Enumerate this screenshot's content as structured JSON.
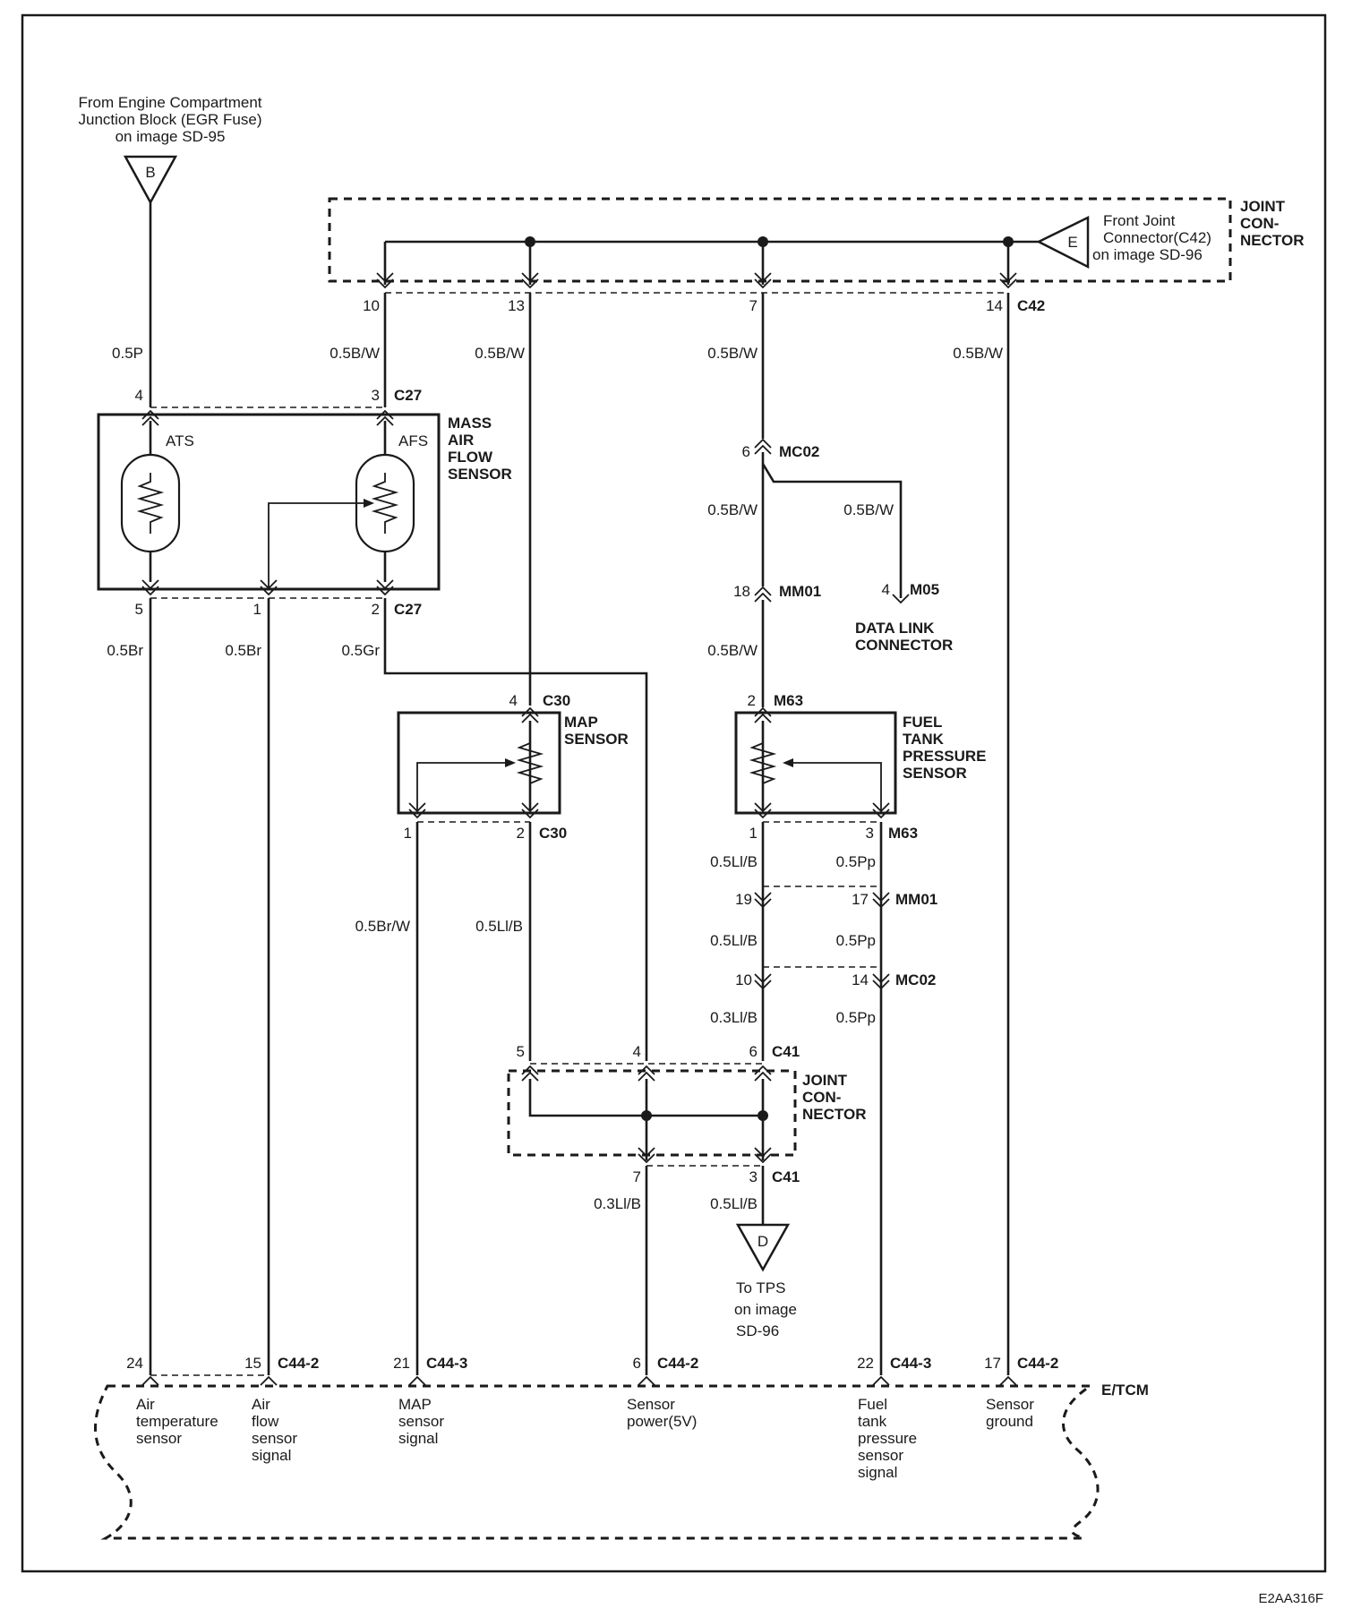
{
  "top_source": {
    "lines": [
      "From Engine Compartment",
      "Junction Block (EGR Fuse)",
      "on image SD-95"
    ],
    "terminal": "B"
  },
  "joint_connector_top": {
    "label_lines": [
      "JOINT",
      "CON-",
      "NECTOR"
    ],
    "terminal": "E",
    "source_lines": [
      "Front Joint",
      "Connector(C42)",
      "on image SD-96"
    ],
    "pins": [
      "10",
      "13",
      "7",
      "14"
    ],
    "connector": "C42"
  },
  "wires_upper": {
    "ats_feed": "0.5P",
    "c42_10": "0.5B/W",
    "c42_13": "0.5B/W",
    "c42_7": "0.5B/W",
    "c42_14": "0.5B/W"
  },
  "maf_sensor": {
    "label_lines": [
      "MASS",
      "AIR",
      "FLOW",
      "SENSOR"
    ],
    "ats": "ATS",
    "afs": "AFS",
    "top_pins": [
      "4",
      "3"
    ],
    "top_connector": "C27",
    "bottom_pins": [
      "5",
      "1",
      "2"
    ],
    "bottom_connector": "C27",
    "wires": [
      "0.5Br",
      "0.5Br",
      "0.5Gr"
    ]
  },
  "mc02_upper": {
    "pin": "6",
    "connector": "MC02",
    "left_wire": "0.5B/W",
    "right_wire": "0.5B/W"
  },
  "data_link": {
    "pin": "4",
    "connector": "M05",
    "label_lines": [
      "DATA LINK",
      "CONNECTOR"
    ]
  },
  "mm01_upper": {
    "pin": "18",
    "connector": "MM01",
    "wire": "0.5B/W"
  },
  "map_sensor": {
    "label_lines": [
      "MAP",
      "SENSOR"
    ],
    "top_pin": "4",
    "connector_top": "C30",
    "bottom_pins": [
      "1",
      "2"
    ],
    "connector_bottom": "C30",
    "wires": [
      "0.5Br/W",
      "0.5Ll/B"
    ]
  },
  "fuel_tank_sensor": {
    "label_lines": [
      "FUEL",
      "TANK",
      "PRESSURE",
      "SENSOR"
    ],
    "top_pin": "2",
    "connector_top": "M63",
    "bottom_pins": [
      "1",
      "3"
    ],
    "connector_bottom": "M63",
    "wires_a": [
      "0.5Ll/B",
      "0.5Pp"
    ],
    "mm01_pins": [
      "19",
      "17"
    ],
    "mm01": "MM01",
    "wires_b": [
      "0.5Ll/B",
      "0.5Pp"
    ],
    "mc02_pins": [
      "10",
      "14"
    ],
    "mc02": "MC02",
    "wires_c": [
      "0.3Ll/B",
      "0.5Pp"
    ]
  },
  "joint_connector_c41": {
    "top_pins": [
      "5",
      "4",
      "6"
    ],
    "connector": "C41",
    "label_lines": [
      "JOINT",
      "CON-",
      "NECTOR"
    ],
    "bottom_pins": [
      "7",
      "3"
    ],
    "connector_bottom": "C41",
    "wires": [
      "0.3Ll/B",
      "0.5Ll/B"
    ]
  },
  "tps": {
    "terminal": "D",
    "lines": [
      "To TPS",
      "on image",
      "SD-96"
    ]
  },
  "etcm": {
    "label": "E/TCM",
    "pins": [
      {
        "pin": "24",
        "connector": "",
        "desc": [
          "Air",
          "temperature",
          "sensor"
        ]
      },
      {
        "pin": "15",
        "connector": "C44-2",
        "desc": [
          "Air",
          "flow",
          "sensor",
          "signal"
        ]
      },
      {
        "pin": "21",
        "connector": "C44-3",
        "desc": [
          "MAP",
          "sensor",
          "signal"
        ]
      },
      {
        "pin": "6",
        "connector": "C44-2",
        "desc": [
          "Sensor",
          "power(5V)"
        ]
      },
      {
        "pin": "22",
        "connector": "C44-3",
        "desc": [
          "Fuel",
          "tank",
          "pressure",
          "sensor",
          "signal"
        ]
      },
      {
        "pin": "17",
        "connector": "C44-2",
        "desc": [
          "Sensor",
          "ground"
        ]
      }
    ]
  },
  "figure_id": "E2AA316F"
}
